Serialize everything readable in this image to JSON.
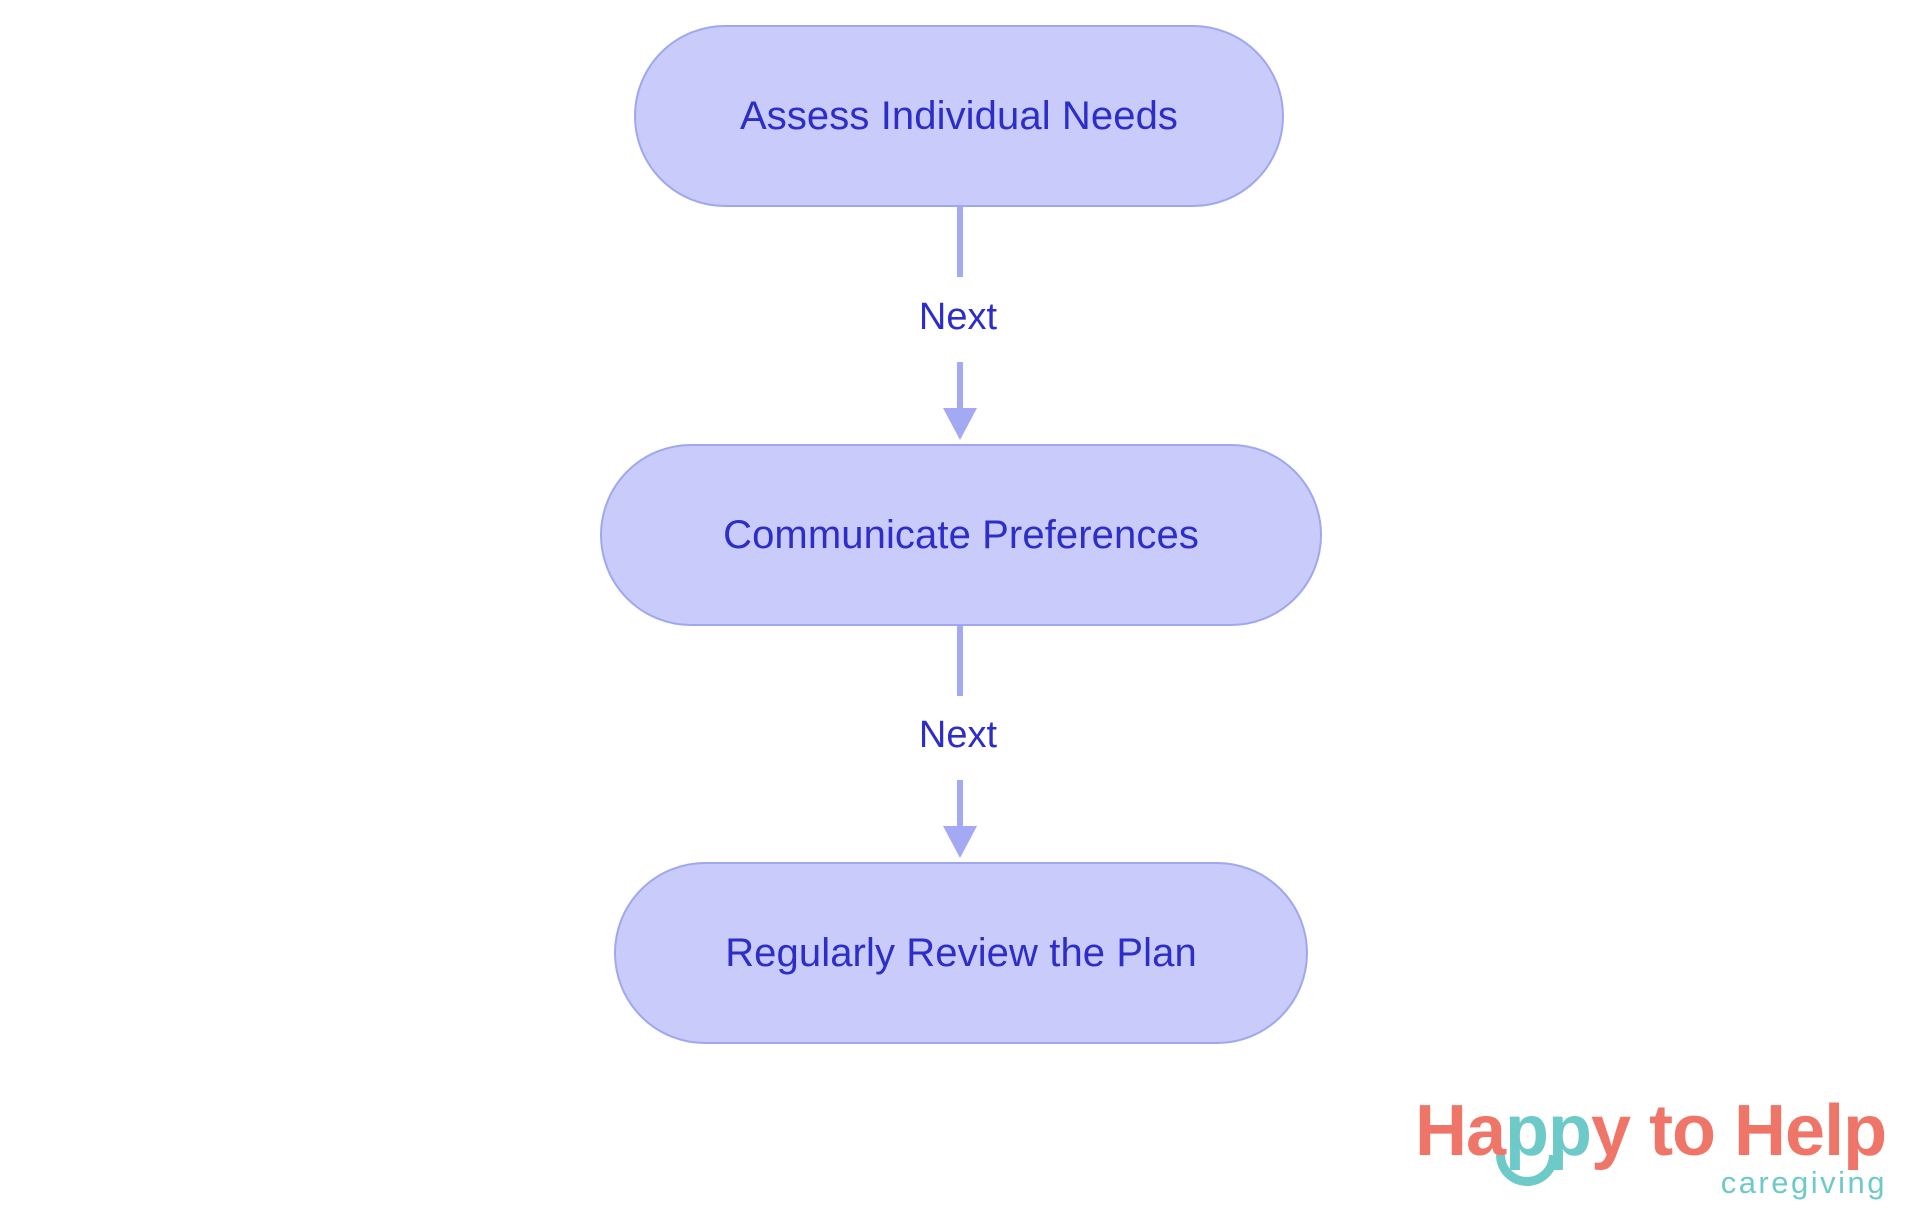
{
  "diagram": {
    "type": "flowchart",
    "orientation": "vertical",
    "background_color": "#ffffff",
    "node_fill": "#c9cbfb",
    "node_border": "#9fa8ef",
    "node_text_color": "#2d2dc8",
    "connector_color": "#a3a9f2",
    "nodes": [
      {
        "id": "node-1",
        "label": "Assess Individual Needs"
      },
      {
        "id": "node-2",
        "label": "Communicate Preferences"
      },
      {
        "id": "node-3",
        "label": "Regularly Review the Plan"
      }
    ],
    "edges": [
      {
        "id": "edge-1",
        "from": "node-1",
        "to": "node-2",
        "label": "Next"
      },
      {
        "id": "edge-2",
        "from": "node-2",
        "to": "node-3",
        "label": "Next"
      }
    ]
  },
  "logo": {
    "word_1": "Ha",
    "word_2": "pp",
    "word_3": "y to Help",
    "tagline": "caregiving",
    "coral_color": "#ef7568",
    "teal_color": "#6ec9c9"
  }
}
